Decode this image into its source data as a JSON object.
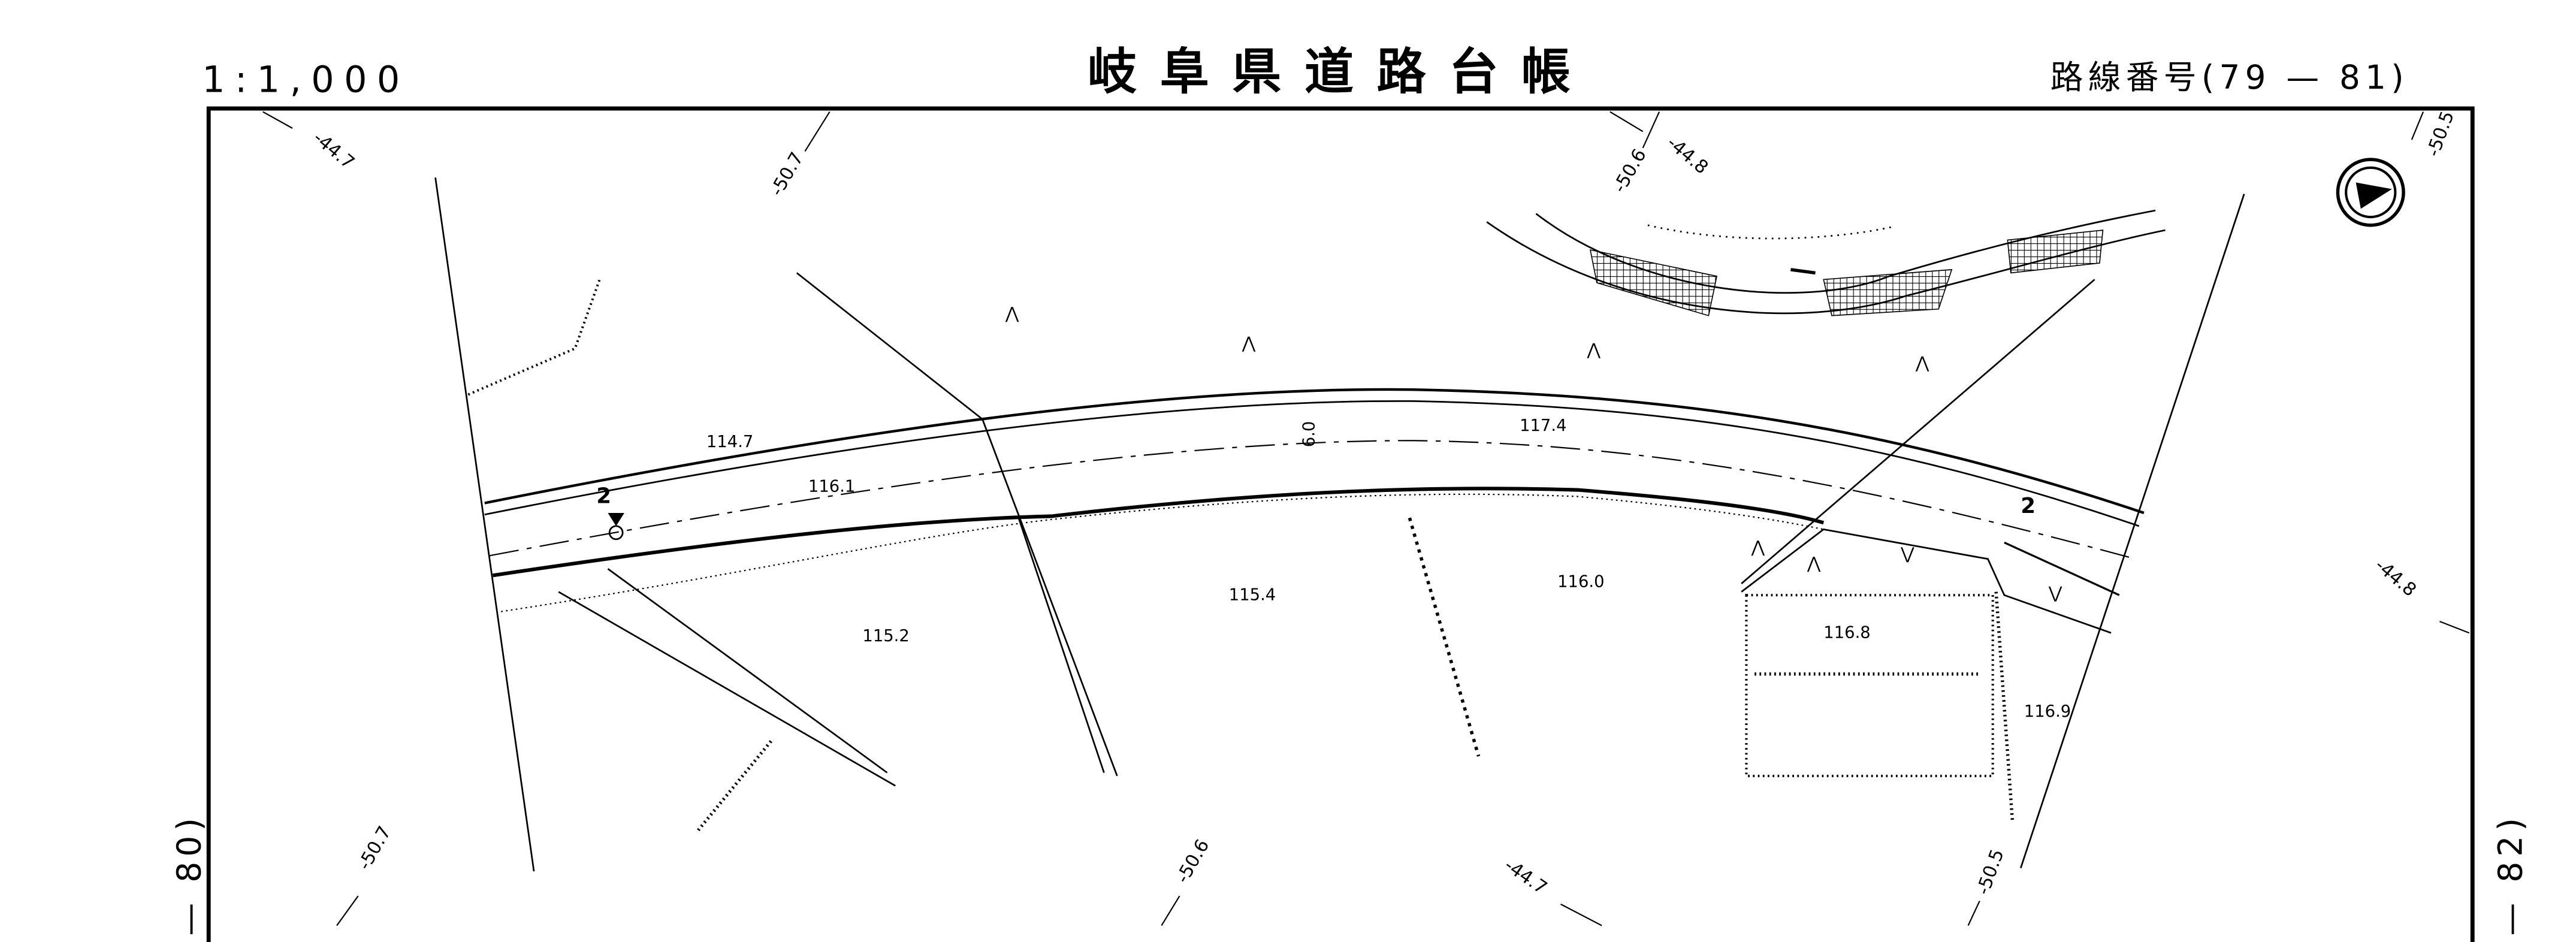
{
  "header": {
    "scale": "1:1,000",
    "title": "岐阜県道路台帳",
    "route_number": "路線番号(79 — 81)"
  },
  "adjacent_sheets": {
    "left": "(— 80)",
    "right": "(— 82)"
  },
  "grid_labels": [
    "-44.7",
    "-50.7",
    "-50.6",
    "-44.8",
    "-50.5",
    "-44.8",
    "-50.7",
    "-50.6",
    "-44.7",
    "-50.5"
  ],
  "elevations": [
    "114.7",
    "116.1",
    "117.4",
    "115.4",
    "115.2",
    "116.0",
    "116.8",
    "116.9"
  ],
  "road_width": "6.0",
  "road_markers": [
    "2",
    "2"
  ],
  "north_arrow": "north-arrow-icon"
}
